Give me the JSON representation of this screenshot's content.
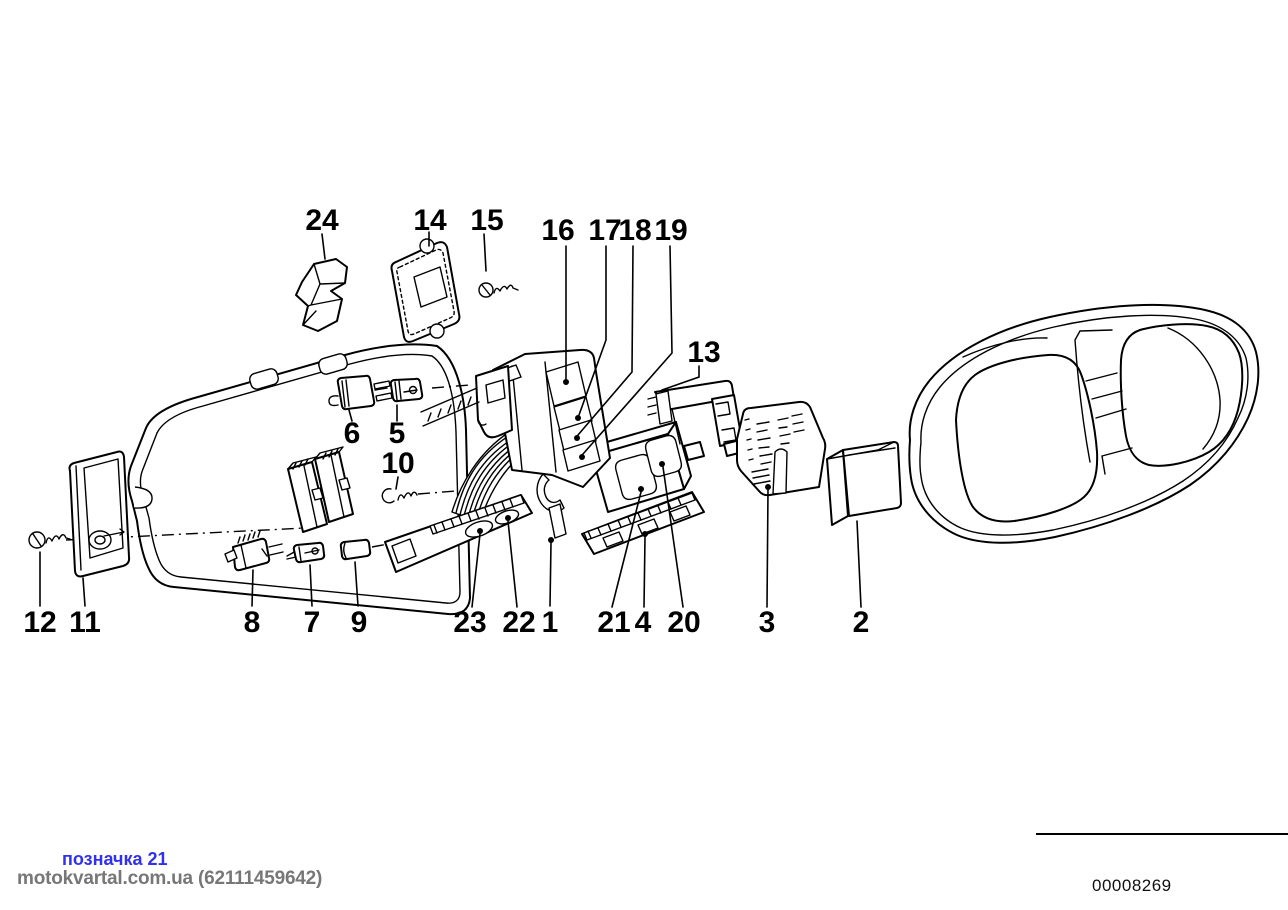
{
  "footer": {
    "note": "позначка 21",
    "credit": "motokvartal.com.ua (62111459642)",
    "doc_number": "00008269"
  },
  "colors": {
    "note_blue": "#3030ee",
    "credit_gray": "#777777",
    "ink": "#000000"
  },
  "diagram": {
    "callouts": [
      {
        "label": "24"
      },
      {
        "label": "14"
      },
      {
        "label": "15"
      },
      {
        "label": "16"
      },
      {
        "label": "17"
      },
      {
        "label": "18"
      },
      {
        "label": "19"
      },
      {
        "label": "13"
      },
      {
        "label": "6"
      },
      {
        "label": "5"
      },
      {
        "label": "10"
      },
      {
        "label": "12"
      },
      {
        "label": "11"
      },
      {
        "label": "8"
      },
      {
        "label": "7"
      },
      {
        "label": "9"
      },
      {
        "label": "23"
      },
      {
        "label": "22"
      },
      {
        "label": "1"
      },
      {
        "label": "21"
      },
      {
        "label": "4"
      },
      {
        "label": "20"
      },
      {
        "label": "3"
      },
      {
        "label": "2"
      }
    ]
  }
}
